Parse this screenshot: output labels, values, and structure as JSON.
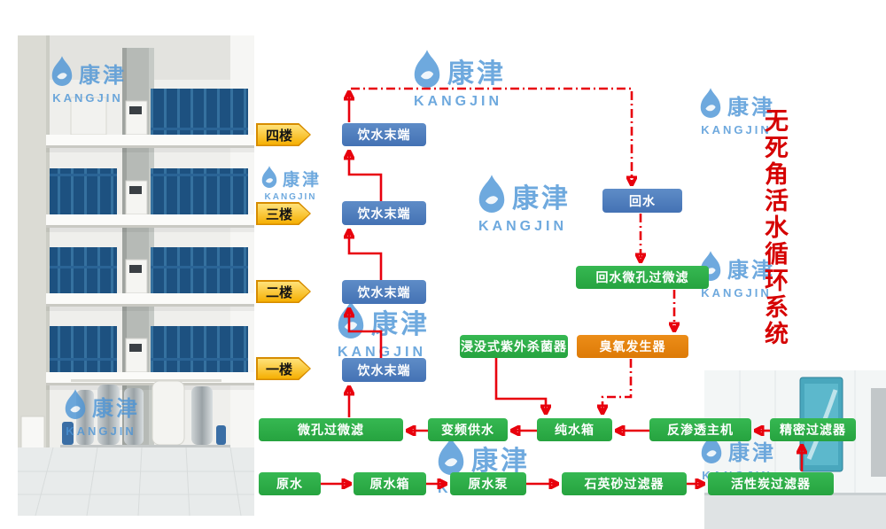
{
  "title": "无死角活水循环系统",
  "watermark": {
    "cn": "康津",
    "en": "KANGJIN"
  },
  "floors": [
    {
      "label": "四楼",
      "terminal": "饮水末端"
    },
    {
      "label": "三楼",
      "terminal": "饮水末端"
    },
    {
      "label": "二楼",
      "terminal": "饮水末端"
    },
    {
      "label": "一楼",
      "terminal": "饮水末端"
    }
  ],
  "nodes": {
    "return_water": {
      "label": "回水",
      "type": "blue"
    },
    "return_micro_filter": {
      "label": "回水微孔过微滤",
      "type": "green"
    },
    "uv_sterilizer": {
      "label": "浸没式紫外杀菌器",
      "type": "green"
    },
    "ozone_generator": {
      "label": "臭氧发生器",
      "type": "orange"
    },
    "micro_filter": {
      "label": "微孔过微滤",
      "type": "green"
    },
    "vfd_supply": {
      "label": "变频供水",
      "type": "green"
    },
    "pure_water_tank": {
      "label": "纯水箱",
      "type": "green"
    },
    "ro_host": {
      "label": "反渗透主机",
      "type": "green"
    },
    "precision_filter": {
      "label": "精密过滤器",
      "type": "green"
    },
    "raw_water": {
      "label": "原水",
      "type": "green"
    },
    "raw_water_tank": {
      "label": "原水箱",
      "type": "green"
    },
    "raw_water_pump": {
      "label": "原水泵",
      "type": "green"
    },
    "quartz_sand_filter": {
      "label": "石英砂过滤器",
      "type": "green"
    },
    "activated_carbon_filter": {
      "label": "活性炭过滤器",
      "type": "green"
    }
  },
  "colors": {
    "blue_box": "#4a7ebf",
    "green_box": "#2fae49",
    "orange_box": "#e2830e",
    "arrow_red": "#e8000d",
    "title_red": "#d50000",
    "floor_tag_yellow": "#f5ae00",
    "watermark_blue": "#4b94d6"
  }
}
